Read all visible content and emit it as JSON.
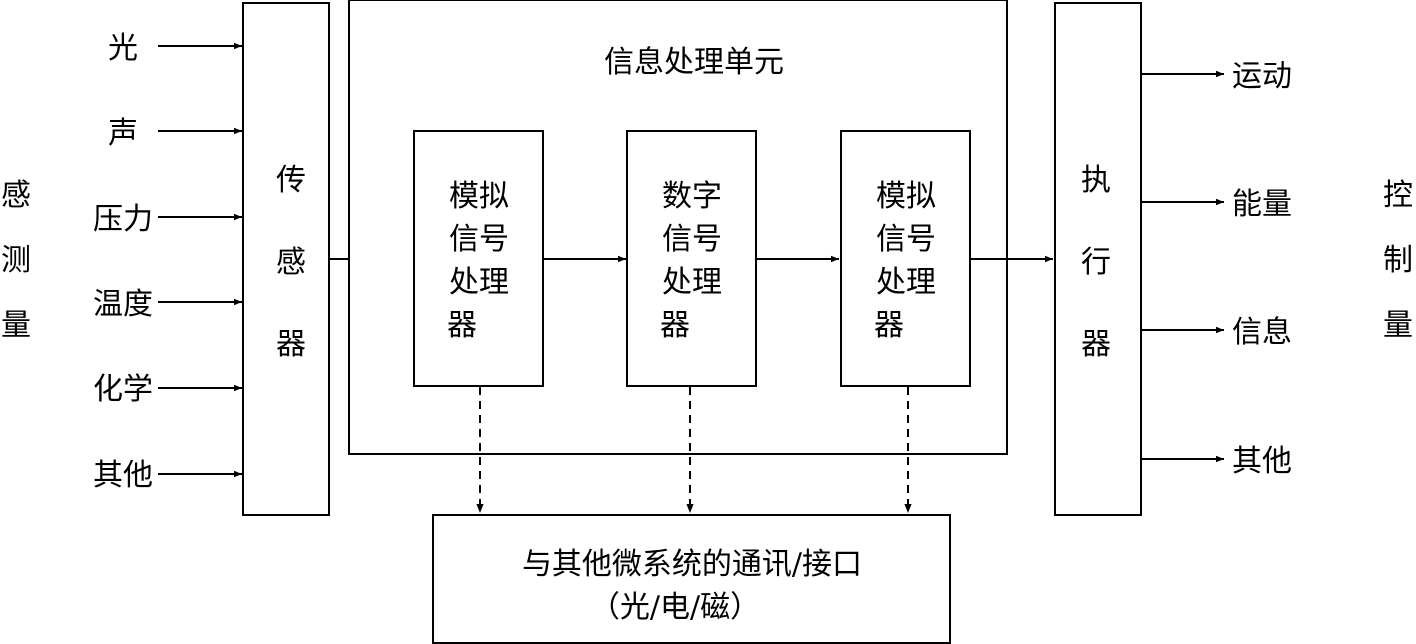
{
  "sensed_label": [
    "感",
    "测",
    "量"
  ],
  "control_label": [
    "控",
    "制",
    "量"
  ],
  "inputs": [
    "光",
    "声",
    "压力",
    "温度",
    "化学",
    "其他"
  ],
  "outputs": [
    "运动",
    "能量",
    "信息",
    "其他"
  ],
  "sensor": [
    "传",
    "感",
    "器"
  ],
  "processing_unit_title": "信息处理单元",
  "processors": [
    [
      "模拟",
      "信号",
      "处理",
      "器"
    ],
    [
      "数字",
      "信号",
      "处理",
      "器"
    ],
    [
      "模拟",
      "信号",
      "处理",
      "器"
    ]
  ],
  "actuator": [
    "执",
    "行",
    "器"
  ],
  "interface": [
    "与其他微系统的通讯/接口",
    "（光/电/磁）"
  ]
}
